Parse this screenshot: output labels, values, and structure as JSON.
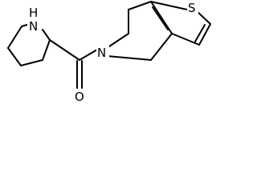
{
  "molecule": {
    "atoms": {
      "nh": "H\nN",
      "nh_h": "H",
      "nh_n": "N",
      "n_amide": "N",
      "o": "O",
      "s": "S"
    },
    "colors": {
      "bond": "#000000",
      "background": "#ffffff"
    }
  }
}
